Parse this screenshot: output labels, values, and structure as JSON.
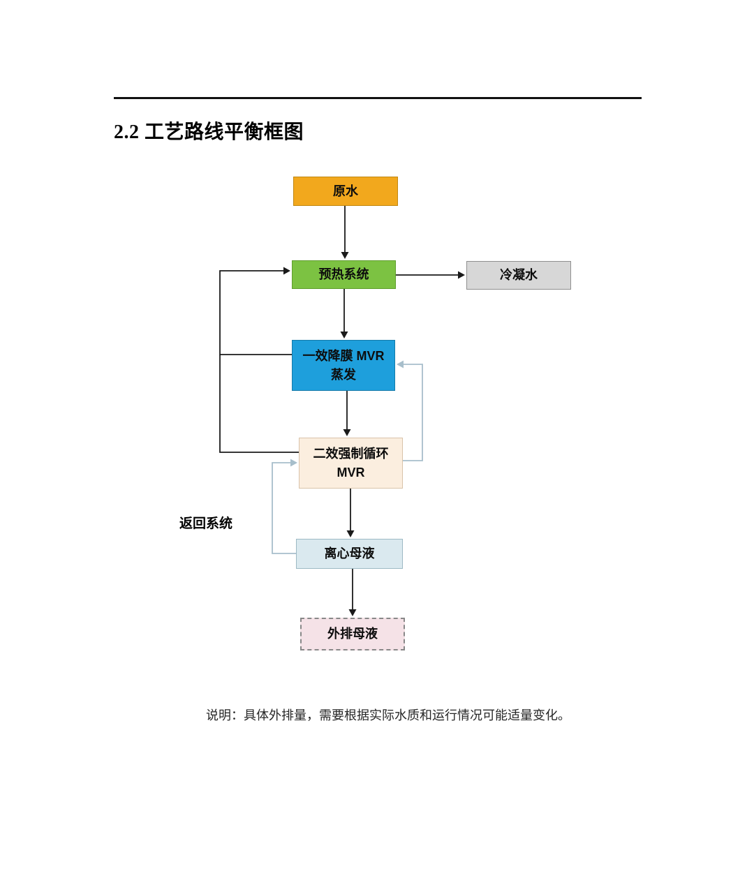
{
  "page": {
    "heading": "2.2 工艺路线平衡框图",
    "note": "说明：具体外排量，需要根据实际水质和运行情况可能适量变化。"
  },
  "diagram": {
    "nodes": {
      "raw_water": {
        "label": "原水",
        "bg": "#F2A81D",
        "border": "#C08711"
      },
      "preheat": {
        "label": "预热系统",
        "bg": "#7CC242",
        "border": "#5E9E2C"
      },
      "condensate": {
        "label": "冷凝水",
        "bg": "#D7D7D7",
        "border": "#8F8F8F"
      },
      "effect1": {
        "line1": "一效降膜 MVR",
        "line2": "蒸发",
        "bg": "#1E9FDC",
        "border": "#147AA9"
      },
      "effect2": {
        "line1": "二效强制循环",
        "line2": "MVR",
        "bg": "#FBEEDF",
        "border": "#D9C3A9"
      },
      "centrifuge": {
        "label": "离心母液",
        "bg": "#DAE9EF",
        "border": "#9DB9C4"
      },
      "discharge": {
        "label": "外排母液",
        "bg": "#F5E2E7",
        "border": "#1A1A1A"
      }
    },
    "labels": {
      "return_system": "返回系统"
    },
    "colors": {
      "main_line": "#1A1A1A",
      "loop_line": "#A7BECB"
    }
  }
}
